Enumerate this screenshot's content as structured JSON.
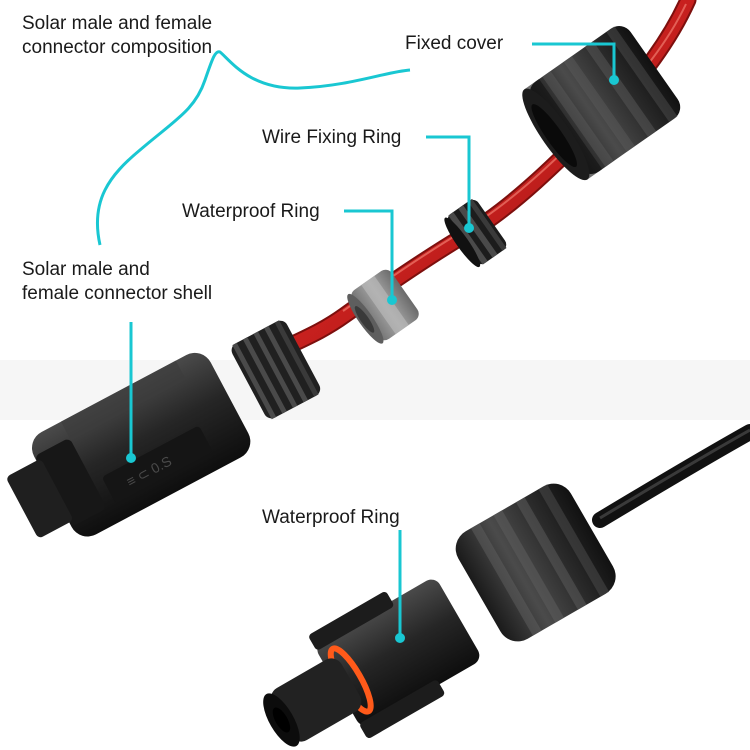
{
  "labels": {
    "composition": [
      "Solar male and female",
      "connector composition"
    ],
    "fixed_cover": "Fixed cover",
    "wire_fixing_ring": "Wire Fixing Ring",
    "waterproof_ring_top": "Waterproof Ring",
    "connector_shell": [
      "Solar male and",
      "female connector shell"
    ],
    "waterproof_ring_bottom": "Waterproof Ring"
  },
  "colors": {
    "callout": "#19c7d2",
    "red_cable": "#c8201e",
    "black_cable": "#1b1b1b",
    "grey_ring": "#8a8a8a",
    "orange_ring": "#ff5a1a"
  }
}
